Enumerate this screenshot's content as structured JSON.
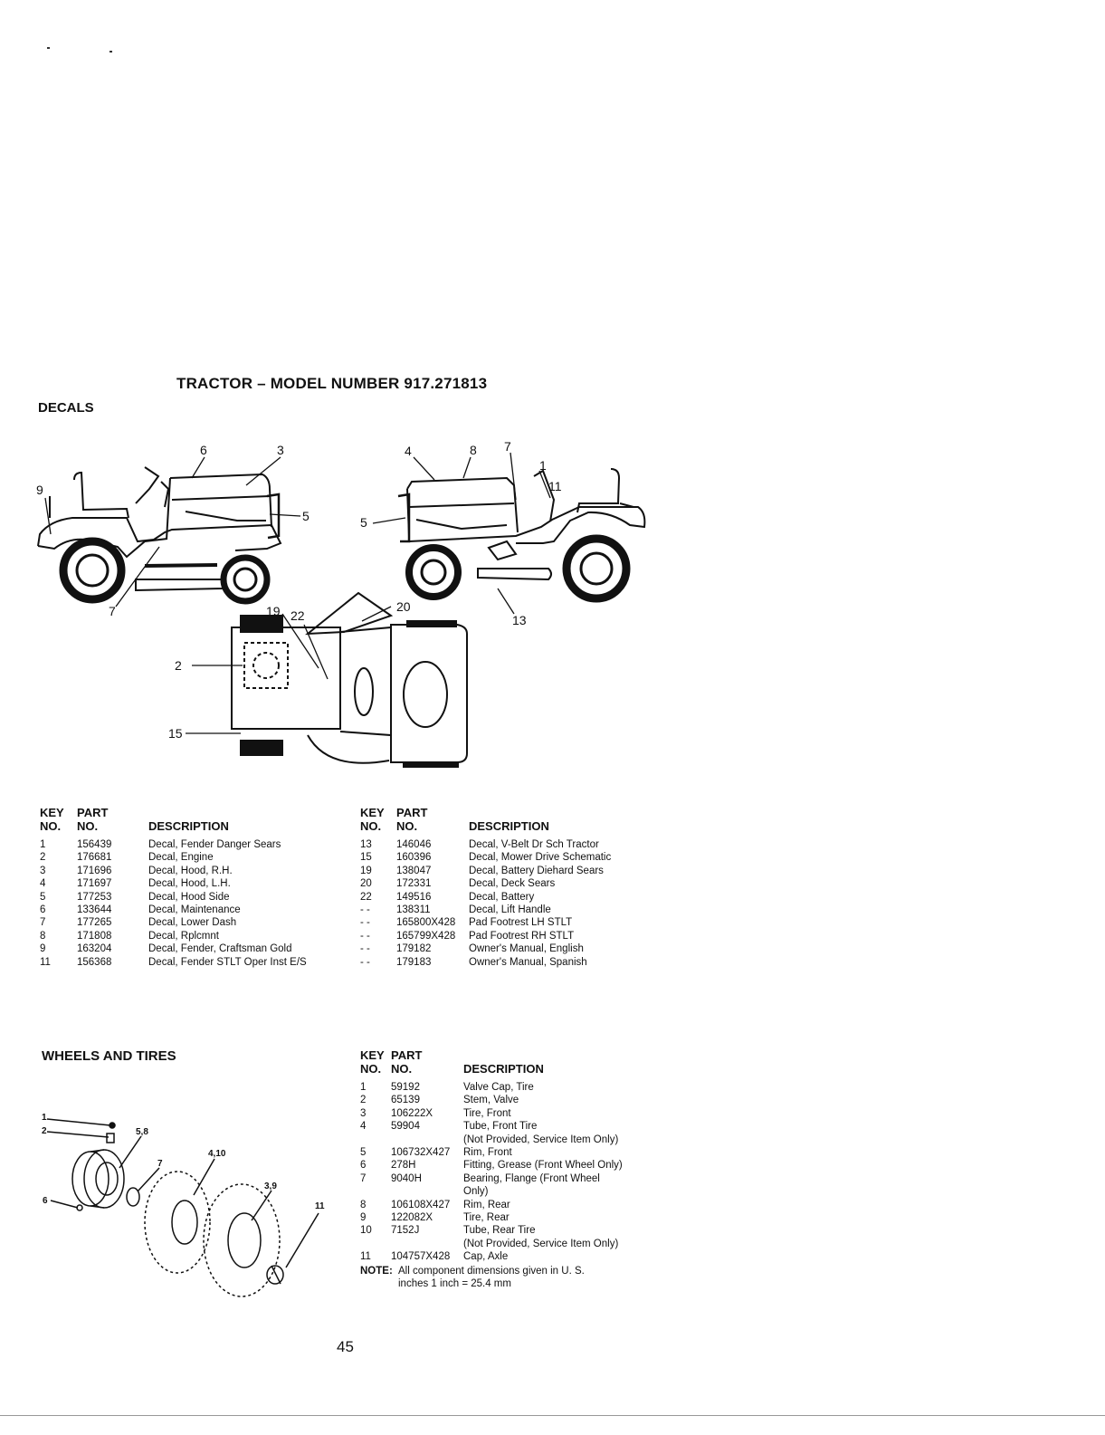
{
  "title": "TRACTOR – MODEL NUMBER 917.271813",
  "decals": {
    "section_title": "DECALS",
    "callouts": {
      "left_tractor": [
        "6",
        "3",
        "9",
        "5",
        "7"
      ],
      "right_tractor": [
        "4",
        "8",
        "7",
        "1",
        "11",
        "5",
        "13"
      ],
      "top_view": [
        "19",
        "22",
        "20",
        "2",
        "15"
      ]
    },
    "header": {
      "key1": "KEY",
      "key2": "NO.",
      "part1": "PART",
      "part2": "NO.",
      "description": "DESCRIPTION"
    },
    "left_rows": [
      {
        "key": "1",
        "part": "156439",
        "desc": "Decal, Fender Danger Sears"
      },
      {
        "key": "2",
        "part": "176681",
        "desc": "Decal, Engine"
      },
      {
        "key": "3",
        "part": "171696",
        "desc": "Decal, Hood, R.H."
      },
      {
        "key": "4",
        "part": "171697",
        "desc": "Decal, Hood, L.H."
      },
      {
        "key": "5",
        "part": "177253",
        "desc": "Decal, Hood Side"
      },
      {
        "key": "6",
        "part": "133644",
        "desc": "Decal, Maintenance"
      },
      {
        "key": "7",
        "part": "177265",
        "desc": "Decal, Lower Dash"
      },
      {
        "key": "8",
        "part": "171808",
        "desc": "Decal, Rplcmnt"
      },
      {
        "key": "9",
        "part": "163204",
        "desc": "Decal, Fender, Craftsman Gold"
      },
      {
        "key": "11",
        "part": "156368",
        "desc": "Decal, Fender STLT Oper Inst E/S"
      }
    ],
    "right_rows": [
      {
        "key": "13",
        "part": "146046",
        "desc": "Decal, V-Belt Dr Sch Tractor"
      },
      {
        "key": "15",
        "part": "160396",
        "desc": "Decal, Mower Drive Schematic"
      },
      {
        "key": "19",
        "part": "138047",
        "desc": "Decal, Battery Diehard Sears"
      },
      {
        "key": "20",
        "part": "172331",
        "desc": "Decal, Deck Sears"
      },
      {
        "key": "22",
        "part": "149516",
        "desc": "Decal, Battery"
      },
      {
        "key": "- -",
        "part": "138311",
        "desc": "Decal, Lift Handle"
      },
      {
        "key": "- -",
        "part": "165800X428",
        "desc": "Pad Footrest LH STLT"
      },
      {
        "key": "- -",
        "part": "165799X428",
        "desc": "Pad Footrest RH STLT"
      },
      {
        "key": "- -",
        "part": "179182",
        "desc": "Owner's Manual, English"
      },
      {
        "key": "- -",
        "part": "179183",
        "desc": "Owner's Manual, Spanish"
      }
    ]
  },
  "wheels": {
    "section_title": "WHEELS AND TIRES",
    "callouts": [
      "1",
      "2",
      "5,8",
      "7",
      "4,10",
      "3,9",
      "11",
      "6"
    ],
    "header": {
      "key1": "KEY",
      "key2": "NO.",
      "part1": "PART",
      "part2": "NO.",
      "description": "DESCRIPTION"
    },
    "rows": [
      {
        "key": "1",
        "part": "59192",
        "desc": "Valve Cap, Tire"
      },
      {
        "key": "2",
        "part": "65139",
        "desc": "Stem, Valve"
      },
      {
        "key": "3",
        "part": "106222X",
        "desc": "Tire, Front"
      },
      {
        "key": "4",
        "part": "59904",
        "desc": "Tube, Front Tire"
      },
      {
        "key": "",
        "part": "",
        "desc": "(Not Provided, Service Item Only)"
      },
      {
        "key": "5",
        "part": "106732X427",
        "desc": "Rim, Front"
      },
      {
        "key": "6",
        "part": "278H",
        "desc": "Fitting, Grease (Front Wheel Only)"
      },
      {
        "key": "7",
        "part": "9040H",
        "desc": "Bearing, Flange (Front Wheel"
      },
      {
        "key": "",
        "part": "",
        "desc": "Only)"
      },
      {
        "key": "8",
        "part": "106108X427",
        "desc": "Rim, Rear"
      },
      {
        "key": "9",
        "part": "122082X",
        "desc": "Tire, Rear"
      },
      {
        "key": "10",
        "part": "7152J",
        "desc": "Tube, Rear Tire"
      },
      {
        "key": "",
        "part": "",
        "desc": "(Not Provided, Service Item Only)"
      },
      {
        "key": "11",
        "part": "104757X428",
        "desc": "Cap, Axle"
      }
    ],
    "note_label": "NOTE:",
    "note_line1": "All component dimensions given in U. S.",
    "note_line2": "inches 1 inch = 25.4 mm"
  },
  "page_number": "45"
}
